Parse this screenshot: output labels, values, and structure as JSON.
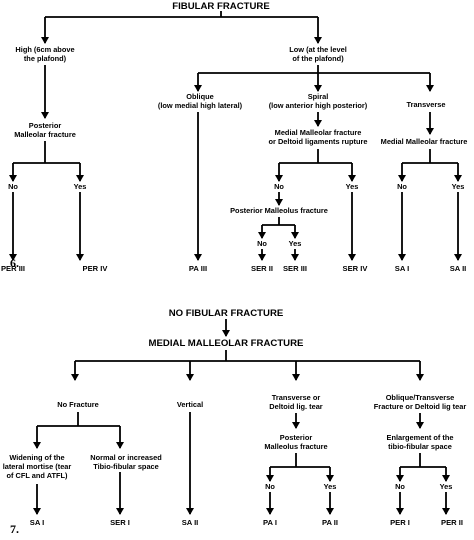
{
  "figures": [
    {
      "number": "6.",
      "title": "FIBULAR FRACTURE",
      "nodes": {
        "high": [
          "High (6cm above",
          "the plafond)"
        ],
        "low": [
          "Low (at the level",
          "of the plafond)"
        ],
        "posterior_malleolar": [
          "Posterior",
          "Malleolar fracture"
        ],
        "oblique": [
          "Oblique",
          "(low medial high lateral)"
        ],
        "spiral": [
          "Spiral",
          "(low anterior high posterior)"
        ],
        "transverse": [
          "Transverse"
        ],
        "medial_deltoid": [
          "Medial Malleolar fracture",
          "or Deltoid ligaments rupture"
        ],
        "medial_malleolar": [
          "Medial Malleolar fracture"
        ],
        "posterior_malleolus": [
          "Posterior Malleolus fracture"
        ],
        "no_1": [
          "No"
        ],
        "yes_1": [
          "Yes"
        ],
        "no_2": [
          "No"
        ],
        "yes_2": [
          "Yes"
        ],
        "no_3": [
          "No"
        ],
        "yes_3": [
          "Yes"
        ],
        "no_4": [
          "No"
        ],
        "yes_4": [
          "Yes"
        ]
      },
      "leaves": [
        "PER III",
        "PER IV",
        "PA III",
        "SER II",
        "SER III",
        "SER IV",
        "SA I",
        "SA II"
      ]
    },
    {
      "number": "7.",
      "title": "NO FIBULAR FRACTURE",
      "subtitle": "MEDIAL MALLEOLAR FRACTURE",
      "nodes": {
        "no_fracture": [
          "No Fracture"
        ],
        "vertical": [
          "Vertical"
        ],
        "transverse_deltoid": [
          "Transverse or",
          "Deltoid lig. tear"
        ],
        "oblique_transverse": [
          "Oblique/Transverse",
          "Fracture or Deltoid lig tear"
        ],
        "widening": [
          "Widening of the",
          "lateral mortise (tear",
          "of CFL and ATFL)"
        ],
        "normal_increased": [
          "Normal or increased",
          "Tibio-fibular space"
        ],
        "posterior_malleolus": [
          "Posterior",
          "Malleolus fracture"
        ],
        "enlargement": [
          "Enlargement of the",
          "tibio-fibular space"
        ],
        "no_1": [
          "No"
        ],
        "yes_1": [
          "Yes"
        ],
        "no_2": [
          "No"
        ],
        "yes_2": [
          "Yes"
        ]
      },
      "leaves": [
        "SA I",
        "SER I",
        "SA II",
        "PA I",
        "PA II",
        "PER I",
        "PER II"
      ]
    }
  ]
}
